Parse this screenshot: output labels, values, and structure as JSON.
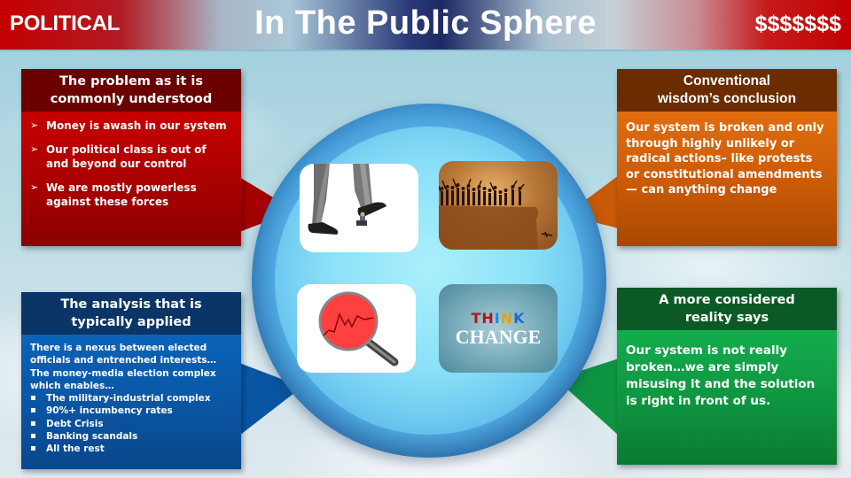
{
  "header": {
    "left_label": "POLITICAL",
    "title": "In The Public Sphere",
    "right_label": "$$$$$$$"
  },
  "colors": {
    "header_red": "#c40000",
    "header_navy": "#1e2a66",
    "problem_head": "#6a0000",
    "problem_body": "#c60000",
    "conclusion_head": "#6b2c00",
    "conclusion_body": "#e26d0e",
    "analysis_head": "#0a3566",
    "analysis_body": "#0b63b8",
    "reality_head": "#0b5a25",
    "reality_body": "#13ad4c",
    "sphere": "#5bb8ea"
  },
  "boxes": {
    "problem": {
      "title": "The problem as it is commonly understood",
      "bullet_icon": "arrow-bullet-icon",
      "items": [
        "Money is awash in our system",
        "Our political class is out of and beyond our control",
        "We  are mostly powerless against these forces"
      ]
    },
    "conclusion": {
      "title_line1": "Conventional",
      "title_line2": "wisdom’s conclusion",
      "body": "Our system is broken and only through highly unlikely or radical actions– like protests or constitutional amendments — can anything change"
    },
    "analysis": {
      "title_line1": "The analysis that is",
      "title_line2": "typically applied",
      "intro": "There is a nexus between elected officials and entrenched interests… The money-media election  complex which enables…",
      "bullet_icon": "square-bullet-icon",
      "items": [
        "The military-industrial complex",
        "90%+ incumbency rates",
        "Debt Crisis",
        "Banking scandals",
        "All the rest"
      ]
    },
    "reality": {
      "title_line1": "A more considered",
      "title_line2": "reality says",
      "body": "Our system is not really broken…we are simply misusing it and the solution is right in front of us."
    }
  },
  "sphere": {
    "tiles": [
      {
        "name": "giant-foot-stepping-on-man-image"
      },
      {
        "name": "crowd-at-cliff-edge-image"
      },
      {
        "name": "magnifying-glass-chart-image"
      },
      {
        "name": "think-change-image",
        "think_letters": [
          "T",
          "H",
          "I",
          "N",
          "K"
        ],
        "change_text": "CHANGE"
      }
    ]
  }
}
